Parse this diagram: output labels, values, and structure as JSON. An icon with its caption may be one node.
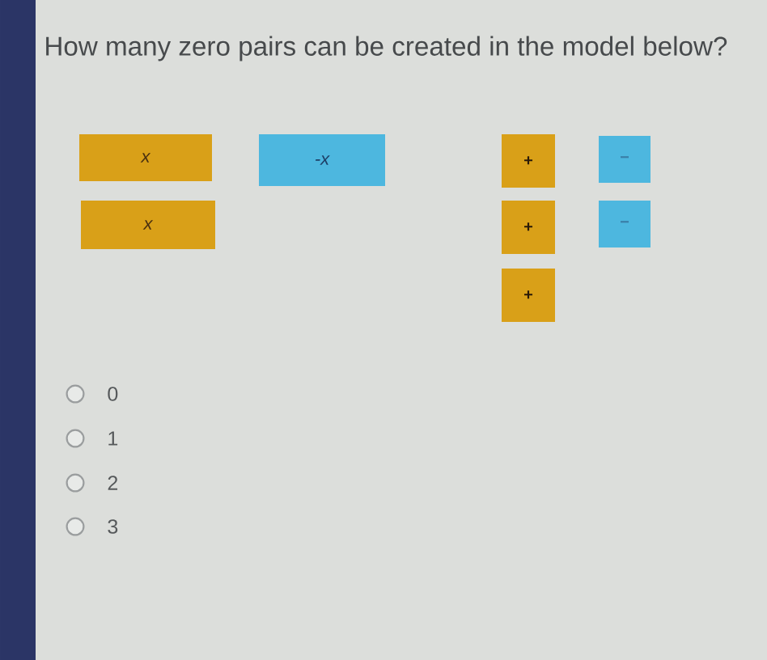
{
  "diagram": {
    "title": "How many zero pairs can be created in the model below?",
    "nodes": [
      {
        "text": [
          "x"
        ]
      },
      {
        "text": [
          "-x"
        ]
      },
      {
        "text": [
          "+"
        ]
      },
      {
        "text": [
          "−"
        ]
      },
      {
        "text": [
          "x"
        ]
      },
      {
        "text": [
          "+"
        ]
      },
      {
        "text": [
          "−"
        ]
      },
      {
        "text": [
          "+"
        ]
      }
    ],
    "labels": [
      "0",
      "1",
      "2",
      "3"
    ]
  }
}
